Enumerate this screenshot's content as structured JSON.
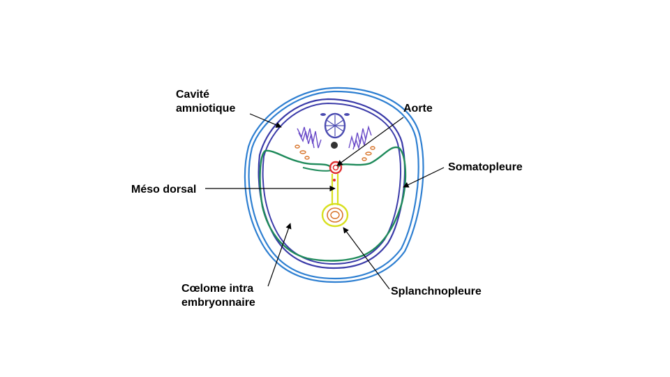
{
  "labels": {
    "cavite": [
      "Cavité",
      "amniotique"
    ],
    "aorte": "Aorte",
    "somatopleure": "Somatopleure",
    "meso_dorsal": "Méso dorsal",
    "coelome": [
      "Cœlome intra",
      "embryonnaire"
    ],
    "splanchnopleure": "Splanchnopleure"
  },
  "colors": {
    "amnion": "#2e7fd1",
    "ectoderm": "#3a3aa8",
    "mesoderm": "#1e8a5a",
    "neural_tube": "#4a4ab0",
    "somites": "#6a4ac8",
    "aorta": "#e03030",
    "meso_dorsal": "#d8e020",
    "gut": "#d8742a",
    "notochord": "#333333",
    "label_text": "#000000",
    "arrows": "#000000"
  }
}
